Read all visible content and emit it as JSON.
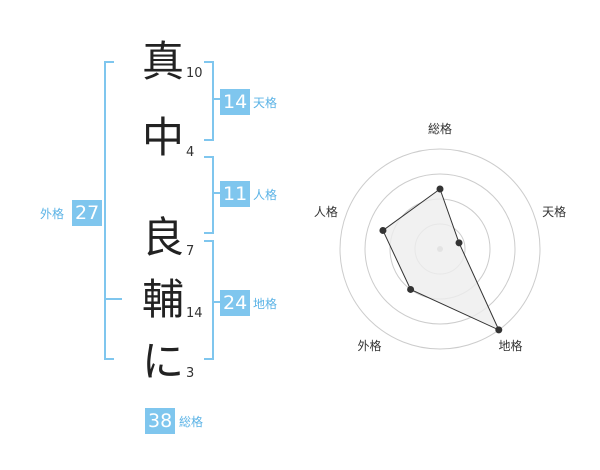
{
  "name_chars": [
    {
      "char": "真",
      "strokes": "10"
    },
    {
      "char": "中",
      "strokes": "4"
    },
    {
      "char": "良",
      "strokes": "7"
    },
    {
      "char": "輔",
      "strokes": "14"
    },
    {
      "char": "に",
      "strokes": "3"
    }
  ],
  "kaku": {
    "tenkaku": {
      "value": "14",
      "label": "天格"
    },
    "jinkaku": {
      "value": "11",
      "label": "人格"
    },
    "chikaku": {
      "value": "24",
      "label": "地格"
    },
    "gaikaku": {
      "value": "27",
      "label": "外格"
    },
    "soukaku": {
      "value": "38",
      "label": "総格"
    }
  },
  "colors": {
    "accent": "#7fc6ee",
    "accent_text": "#5bb3e6",
    "radar_fill": "#eeeeee",
    "radar_grid": "#cccccc"
  },
  "chart_data": {
    "type": "radar",
    "axes": [
      "総格",
      "天格",
      "地格",
      "外格",
      "人格"
    ],
    "values": [
      3,
      1,
      5,
      2.5,
      3
    ],
    "rmax": 5
  }
}
